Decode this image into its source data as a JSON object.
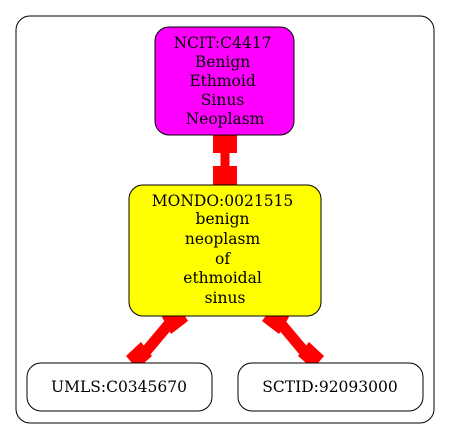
{
  "graph": {
    "nodes": [
      {
        "id": "ncit",
        "lines": [
          "NCIT:C4417",
          "Benign",
          "Ethmoid",
          "Sinus",
          "Neoplasm"
        ],
        "fill": "#ff00ff"
      },
      {
        "id": "mondo",
        "lines": [
          "MONDO:0021515",
          "benign",
          "neoplasm",
          "of",
          "ethmoidal",
          "sinus"
        ],
        "fill": "#ffff00"
      },
      {
        "id": "umls",
        "lines": [
          "UMLS:C0345670"
        ],
        "fill": "#ffffff"
      },
      {
        "id": "sctid",
        "lines": [
          "SCTID:92093000"
        ],
        "fill": "#ffffff"
      }
    ],
    "edges": [
      {
        "from": "ncit",
        "to": "mondo",
        "color": "#ff0000"
      },
      {
        "from": "mondo",
        "to": "umls",
        "color": "#ff0000"
      },
      {
        "from": "mondo",
        "to": "sctid",
        "color": "#ff0000"
      }
    ],
    "cluster_border_color": "#000000"
  }
}
